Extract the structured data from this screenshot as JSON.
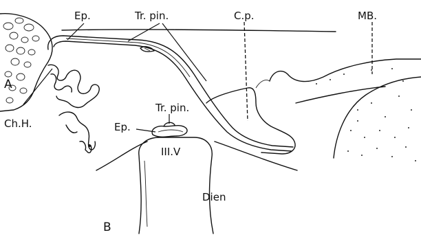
{
  "labels": {
    "ep_top": "Ep.",
    "tr_pin_top": "Tr. pin.",
    "cp": "C.p.",
    "mb": "MB.",
    "a": "A",
    "ch_h": "Ch.H.",
    "tr_pin_b": "Tr. pin.",
    "ep_b": "Ep.",
    "third_v": "III.V",
    "dien": "Dien",
    "b": "B"
  }
}
